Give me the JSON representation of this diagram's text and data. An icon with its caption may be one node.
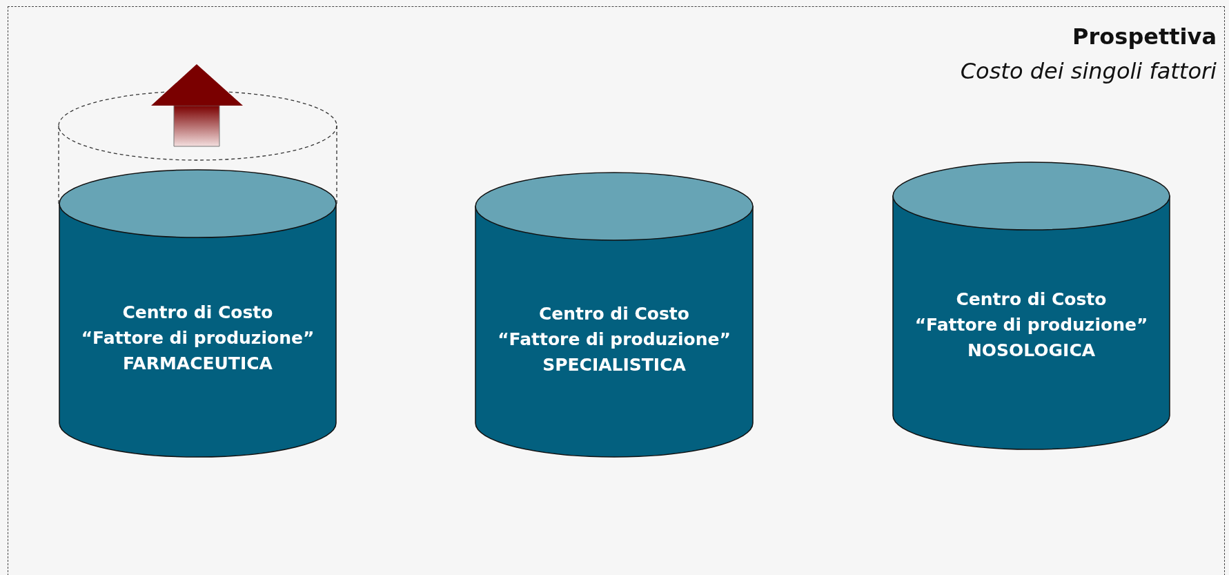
{
  "diagram": {
    "title": "Prospettiva",
    "nodes": [
      {
        "text": [
          "Centro di Costo",
          "“Fattore di produzione”",
          "FARMACEUTICA"
        ]
      },
      {
        "text": [
          "Centro di Costo",
          "“Fattore di produzione”",
          "SPECIALISTICA"
        ]
      },
      {
        "text": [
          "Centro di Costo",
          "“Fattore di produzione”",
          "NOSOLOGICA"
        ]
      }
    ],
    "labels": [
      "Costo dei singoli fattori"
    ]
  }
}
